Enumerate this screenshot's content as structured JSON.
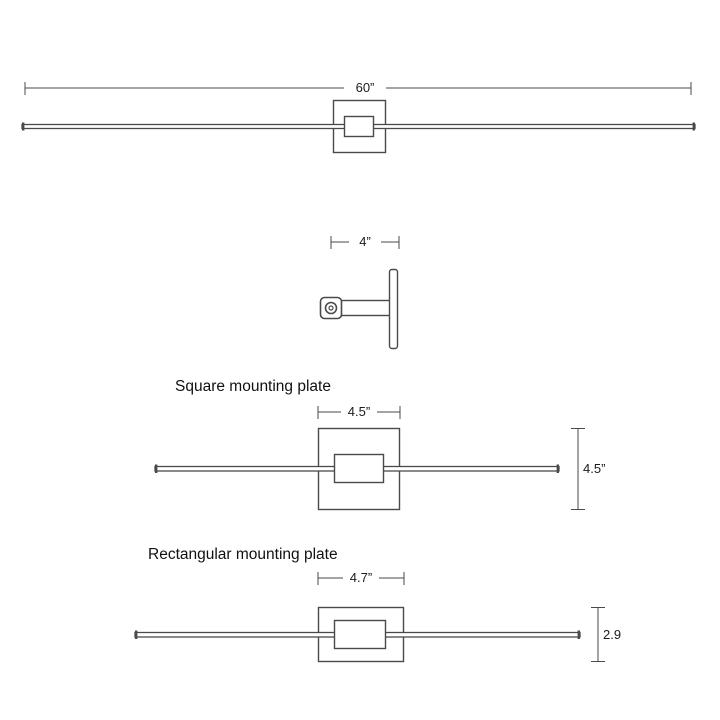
{
  "diagram": {
    "type": "technical-dimension-drawing",
    "subject": "linear wall sconce mounting dimensions",
    "line_color": "#4a4a4a",
    "text_color": "#1c1c1c",
    "figures": {
      "overall": {
        "width_label": "60”"
      },
      "side": {
        "depth_label": "4”"
      },
      "square": {
        "title": "Square mounting plate",
        "width_label": "4.5”",
        "height_label": "4.5”"
      },
      "rectangular": {
        "title": "Rectangular mounting plate",
        "width_label": "4.7”",
        "height_label": "2.9"
      }
    }
  }
}
